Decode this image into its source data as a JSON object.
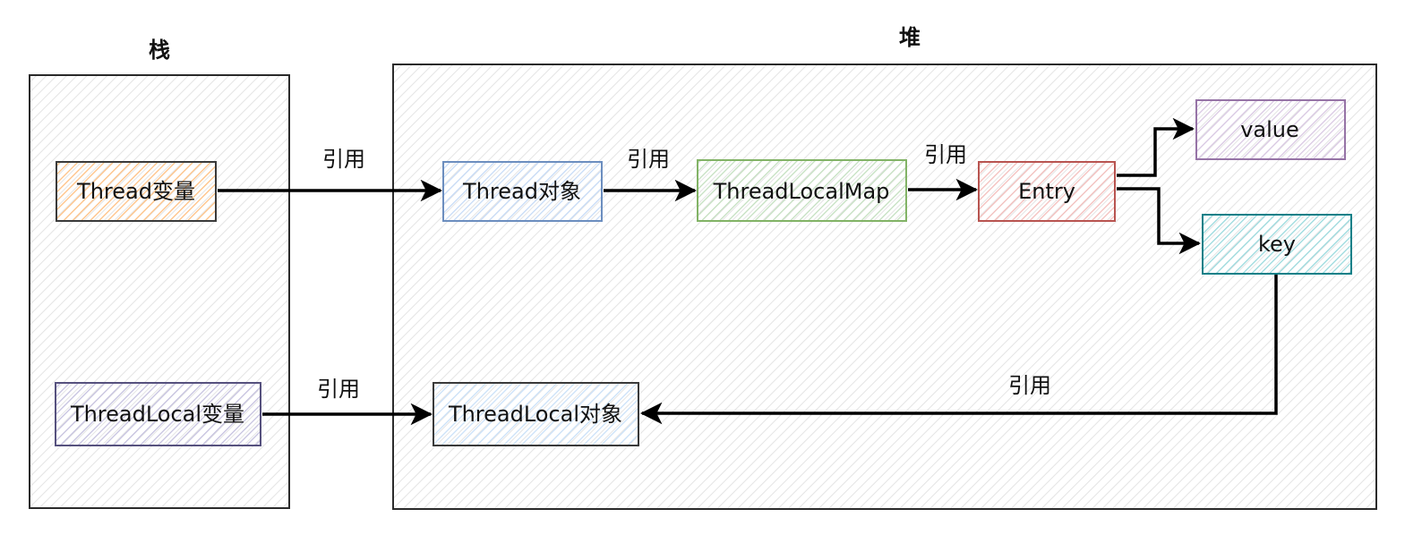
{
  "regions": {
    "stack": {
      "title": "栈"
    },
    "heap": {
      "title": "堆"
    }
  },
  "nodes": {
    "thread_var": {
      "label": "Thread变量",
      "stroke": "#3a3a3a",
      "fill": "#ffcc99"
    },
    "threadlocal_var": {
      "label": "ThreadLocal变量",
      "stroke": "#56517e",
      "fill": "#d0cee2"
    },
    "thread_obj": {
      "label": "Thread对象",
      "stroke": "#6c8ebf",
      "fill": "#dae8fc"
    },
    "threadlocalmap": {
      "label": "ThreadLocalMap",
      "stroke": "#82b366",
      "fill": "#d5e8d4"
    },
    "entry": {
      "label": "Entry",
      "stroke": "#b85450",
      "fill": "#f8cecc"
    },
    "value": {
      "label": "value",
      "stroke": "#9673a6",
      "fill": "#e1d5e7"
    },
    "key": {
      "label": "key",
      "stroke": "#0e8088",
      "fill": "#b0e3e6"
    },
    "threadlocal_obj": {
      "label": "ThreadLocal对象",
      "stroke": "#3a3a3a",
      "fill": "#cce5ff"
    }
  },
  "edges": {
    "e1": {
      "label": "引用"
    },
    "e2": {
      "label": "引用"
    },
    "e3": {
      "label": "引用"
    },
    "e4": {
      "label": "引用"
    },
    "e5": {
      "label": "引用"
    }
  }
}
